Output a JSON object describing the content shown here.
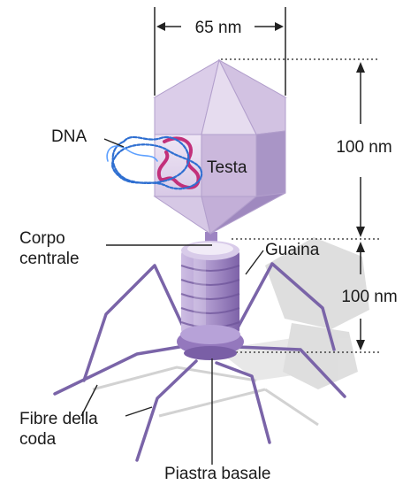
{
  "labels": {
    "width": "65 nm",
    "head_height": "100 nm",
    "sheath_height": "100 nm",
    "dna": "DNA",
    "head": "Testa",
    "collar": [
      "Corpo",
      "centrale"
    ],
    "sheath": "Guaina",
    "tail_fibers": [
      "Fibre della",
      "coda"
    ],
    "base_plate": "Piastra basale"
  },
  "colors": {
    "head_light": "#e6dcef",
    "head_mid": "#cbb8dc",
    "head_dark": "#a995c6",
    "tail": "#9d84c2",
    "tail_dark": "#6e549a",
    "fiber": "#7a64a8",
    "dna": "#2f6fd1",
    "dna_pink": "#c2307a",
    "shadow": "#d6d6d6"
  }
}
